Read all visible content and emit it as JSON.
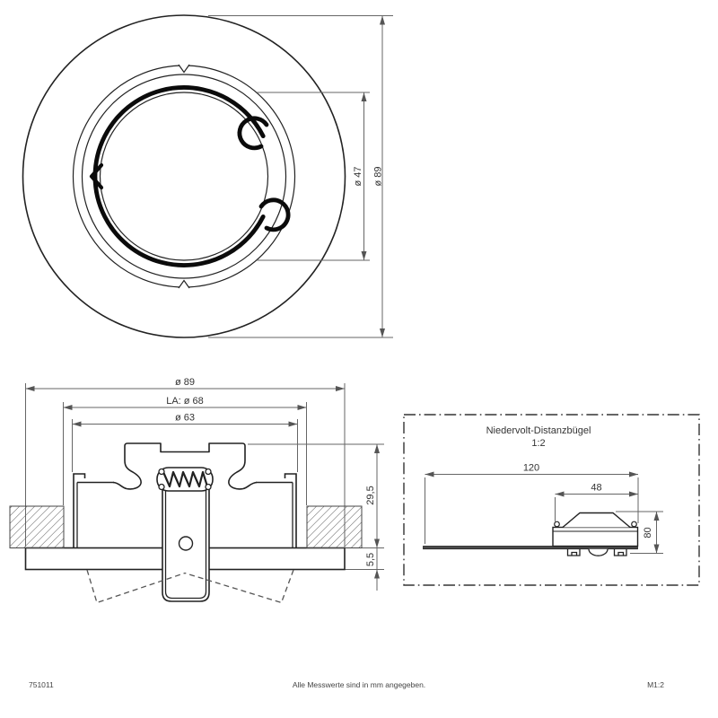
{
  "colors": {
    "ink": "#222222",
    "dimension_line": "#666666",
    "label_text": "#333333",
    "rail_fill": "#4a4a4a"
  },
  "front_view": {
    "dim_inner_diameter": "ø 47",
    "dim_outer_diameter": "ø 89"
  },
  "section_view": {
    "dim_outer_diameter": "ø 89",
    "dim_cutout": "LA: ø 68",
    "dim_can_diameter": "ø 63",
    "dim_recess_depth": "29,5",
    "dim_flange_height": "5,5"
  },
  "inset": {
    "title": "Niedervolt-Distanzbügel",
    "scale": "1:2",
    "dim_length": "120",
    "dim_bracket_width": "48",
    "dim_height": "80"
  },
  "footer": {
    "article_number": "751011",
    "note": "Alle Messwerte sind in mm angegeben.",
    "scale_label": "M1:2"
  }
}
